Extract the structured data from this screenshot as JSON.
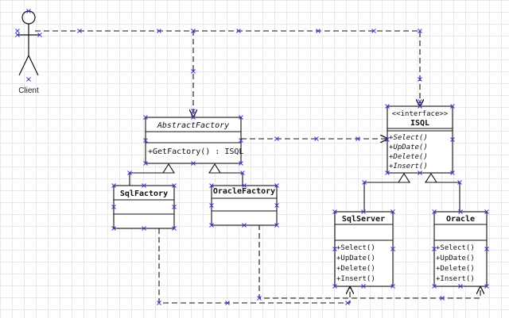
{
  "actor": {
    "name": "Client"
  },
  "classes": {
    "abstract_factory": {
      "name": "AbstractFactory",
      "ops": [
        "+GetFactory() : ISQL"
      ]
    },
    "isql": {
      "stereotype": "<<interface>>",
      "name": "ISQL",
      "ops": [
        "+Select()",
        "+UpDate()",
        "+Delete()",
        "+Insert()"
      ]
    },
    "sql_factory": {
      "name": "SqlFactory"
    },
    "oracle_factory": {
      "name": "OracleFactory"
    },
    "sql_server": {
      "name": "SqlServer",
      "ops": [
        "+Select()",
        "+UpDate()",
        "+Delete()",
        "+Insert()"
      ]
    },
    "oracle": {
      "name": "Oracle",
      "ops": [
        "+Select()",
        "+UpDate()",
        "+Delete()",
        "+Insert()"
      ]
    }
  },
  "colors": {
    "grid": "#d3d3d3",
    "line": "#111111",
    "box_fill": "#ffffff",
    "handle": "#3b3bd1"
  }
}
